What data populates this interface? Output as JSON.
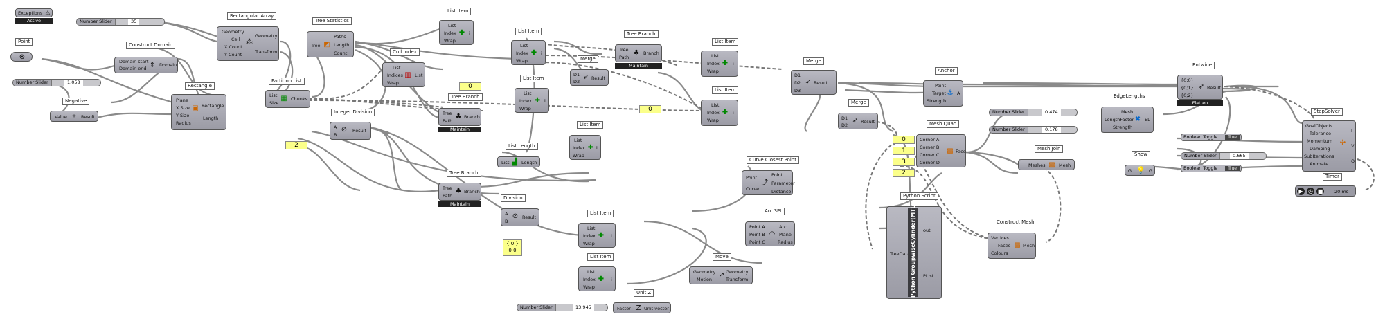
{
  "exceptions": {
    "label": "Exceptions",
    "status": "Active"
  },
  "sliders": {
    "s35": {
      "name": "Number Slider",
      "value": "35"
    },
    "s1058": {
      "name": "Number Slider",
      "value": "1.058"
    },
    "s0474": {
      "name": "Number Slider",
      "value": "0.474"
    },
    "s0178": {
      "name": "Number Slider",
      "value": "0.178"
    },
    "s0665": {
      "name": "Number Slider",
      "value": "0.665"
    },
    "s13945": {
      "name": "Number Slider",
      "value": "13.945"
    }
  },
  "toggles": {
    "t1": {
      "name": "Boolean Toggle",
      "value": "True"
    },
    "t2": {
      "name": "Boolean Toggle",
      "value": "True"
    }
  },
  "panels": {
    "p2a": "2",
    "p0a": "0",
    "p0b": "0",
    "p0c": "0",
    "p1": "1",
    "p3": "3",
    "p2b": "2",
    "p00_title": "{ 0 }",
    "p00_val": "0  0"
  },
  "components": {
    "point": {
      "label": "Point"
    },
    "construct_domain": {
      "label": "Construct Domain",
      "in1": "Domain start",
      "in2": "Domain end",
      "out": "Domain"
    },
    "negative": {
      "label": "Negative",
      "in": "Value",
      "out": "Result"
    },
    "rectangle": {
      "label": "Rectangle",
      "in1": "Plane",
      "in2": "X Size",
      "in3": "Y Size",
      "in4": "Radius",
      "out1": "Rectangle",
      "out2": "Length"
    },
    "rect_array": {
      "label": "Rectangular Array",
      "in1": "Geometry",
      "in2": "Cell",
      "in3": "X Count",
      "in4": "Y Count",
      "out1": "Geometry",
      "out2": "Transform"
    },
    "partition": {
      "label": "Partition List",
      "in1": "List",
      "in2": "Size",
      "out": "Chunks"
    },
    "tree_stats": {
      "label": "Tree Statistics",
      "in": "Tree",
      "out1": "Paths",
      "out2": "Length",
      "out3": "Count"
    },
    "int_div": {
      "label": "Integer Division",
      "in1": "A",
      "in2": "B",
      "out": "Result"
    },
    "cull_index": {
      "label": "Cull Index",
      "in1": "List",
      "in2": "Indices",
      "in3": "Wrap",
      "out": "List"
    },
    "list_item1": {
      "label": "List Item",
      "in1": "List",
      "in2": "Index",
      "in3": "Wrap",
      "out": "i"
    },
    "list_item2": {
      "label": "List Item",
      "in1": "List",
      "in2": "Index",
      "in3": "Wrap",
      "out": "i"
    },
    "list_item3": {
      "label": "List Item",
      "in1": "List",
      "in2": "Index",
      "in3": "Wrap",
      "out": "i"
    },
    "list_item4": {
      "label": "List Item",
      "in1": "List",
      "in2": "Index",
      "in3": "Wrap",
      "out": "i"
    },
    "list_item5": {
      "label": "List Item",
      "in1": "List",
      "in2": "Index",
      "in3": "Wrap",
      "out": "i"
    },
    "list_item6": {
      "label": "List Item",
      "in1": "List",
      "in2": "Index",
      "in3": "Wrap",
      "out": "i"
    },
    "list_item7": {
      "label": "List Item",
      "in1": "List",
      "in2": "Index",
      "in3": "Wrap",
      "out": "i"
    },
    "list_item8": {
      "label": "List Item",
      "in1": "List",
      "in2": "Index",
      "in3": "Wrap",
      "out": "i"
    },
    "tree_branch1": {
      "label": "Tree Branch",
      "in1": "Tree",
      "in2": "Path",
      "out": "Branch",
      "mode": "Maintain"
    },
    "tree_branch2": {
      "label": "Tree Branch",
      "in1": "Tree",
      "in2": "Path",
      "out": "Branch",
      "mode": "Maintain"
    },
    "tree_branch3": {
      "label": "Tree Branch",
      "in1": "Tree",
      "in2": "Path",
      "out": "Branch",
      "mode": "Maintain"
    },
    "merge1": {
      "label": "Merge",
      "in1": "D1",
      "in2": "D2",
      "out": "Result"
    },
    "merge2": {
      "label": "Merge",
      "in1": "D1",
      "in2": "D2",
      "in3": "D3",
      "out": "Result"
    },
    "merge3": {
      "label": "Merge",
      "in1": "D1",
      "in2": "D2",
      "out": "Result"
    },
    "list_length": {
      "label": "List Length",
      "in": "List",
      "out": "Length"
    },
    "division": {
      "label": "Division",
      "in1": "A",
      "in2": "B",
      "out": "Result"
    },
    "ccp": {
      "label": "Curve Closest Point",
      "in1": "Point",
      "in2": "Curve",
      "out1": "Point",
      "out2": "Parameter",
      "out3": "Distance"
    },
    "arc": {
      "label": "Arc 3Pt",
      "in1": "Point A",
      "in2": "Point B",
      "in3": "Point C",
      "out1": "Arc",
      "out2": "Plane",
      "out3": "Radius"
    },
    "move": {
      "label": "Move",
      "in1": "Geometry",
      "in2": "Motion",
      "out1": "Geometry",
      "out2": "Transform"
    },
    "unitz": {
      "label": "Unit Z",
      "in": "Factor",
      "out": "Unit vector"
    },
    "anchor": {
      "label": "Anchor",
      "in1": "Point",
      "in2": "Target",
      "in3": "Strength",
      "out": "A"
    },
    "mesh_quad": {
      "label": "Mesh Quad",
      "in1": "Corner A",
      "in2": "Corner B",
      "in3": "Corner C",
      "in4": "Corner D",
      "out": "Face"
    },
    "mesh_join": {
      "label": "Mesh Join",
      "in": "Meshes",
      "out": "Mesh"
    },
    "python": {
      "label": "Python Script",
      "in": "TreeData",
      "out1": "out",
      "out2": "PList",
      "title": "Python GroupwiseCylinder(MTL)"
    },
    "construct_mesh": {
      "label": "Construct Mesh",
      "in1": "Vertices",
      "in2": "Faces",
      "in3": "Colours",
      "out": "Mesh"
    },
    "edge_lengths": {
      "label": "EdgeLengths",
      "in1": "Mesh",
      "in2": "LengthFactor",
      "in3": "Strength",
      "out": "EL"
    },
    "show": {
      "label": "Show",
      "in": "G",
      "out": "G"
    },
    "entwine": {
      "label": "Entwine",
      "in1": "{0;0}",
      "in2": "{0;1}",
      "in3": "{0;2}",
      "out": "Result",
      "mode": "Flatten"
    },
    "step_solver": {
      "label": "StepSolver",
      "in1": "GoalObjects",
      "in2": "Tolerance",
      "in3": "Momentum",
      "in4": "Damping",
      "in5": "SubIterations",
      "in6": "Animate",
      "out1": "I",
      "out2": "V",
      "out3": "O"
    },
    "timer": {
      "label": "Timer",
      "value": "20 ms"
    }
  }
}
